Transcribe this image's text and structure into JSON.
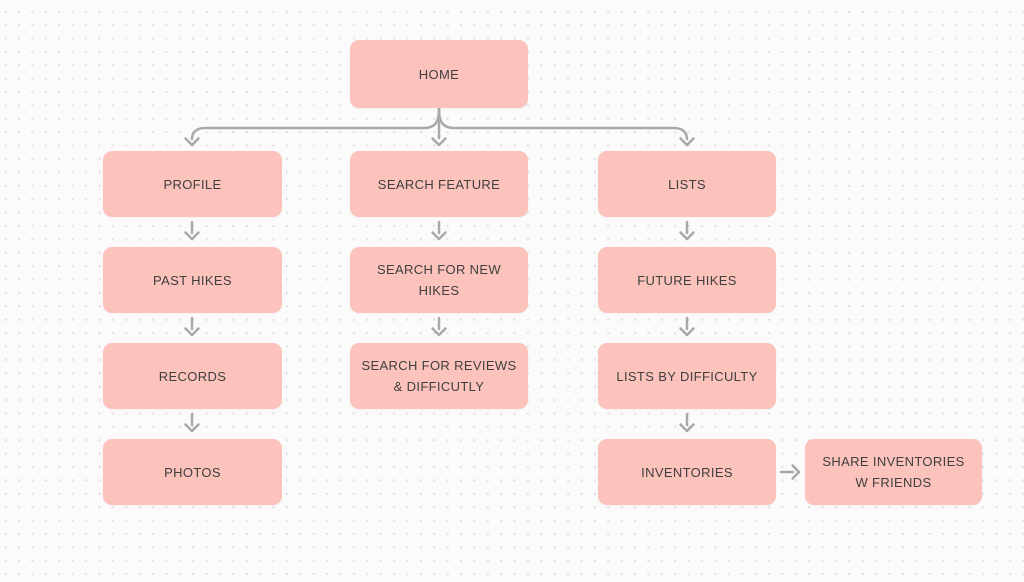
{
  "diagram": {
    "title": "Hiking app sitemap flowchart",
    "colors": {
      "node_fill": "#fcc2bc",
      "node_text": "#3f3f3f",
      "connector": "#a9a9a9",
      "canvas_background": "#fbfbfb",
      "canvas_dot": "#e3e3e3"
    },
    "nodes": [
      {
        "id": "home",
        "label": "HOME"
      },
      {
        "id": "profile",
        "label": "PROFILE"
      },
      {
        "id": "search-feature",
        "label": "SEARCH FEATURE"
      },
      {
        "id": "lists",
        "label": "LISTS"
      },
      {
        "id": "past-hikes",
        "label": "PAST HIKES"
      },
      {
        "id": "search-for-new-hikes",
        "label": "SEARCH FOR NEW\nHIKES"
      },
      {
        "id": "future-hikes",
        "label": "FUTURE HIKES"
      },
      {
        "id": "records",
        "label": "RECORDS"
      },
      {
        "id": "search-for-reviews-difficutly",
        "label": "SEARCH FOR REVIEWS\n& DIFFICUTLY"
      },
      {
        "id": "lists-by-difficulty",
        "label": "LISTS BY DIFFICULTY"
      },
      {
        "id": "photos",
        "label": "PHOTOS"
      },
      {
        "id": "inventories",
        "label": "INVENTORIES"
      },
      {
        "id": "share-inventories-w-friends",
        "label": "SHARE INVENTORIES\nW FRIENDS"
      }
    ],
    "edges": [
      {
        "from": "home",
        "to": "profile"
      },
      {
        "from": "home",
        "to": "search-feature"
      },
      {
        "from": "home",
        "to": "lists"
      },
      {
        "from": "profile",
        "to": "past-hikes"
      },
      {
        "from": "past-hikes",
        "to": "records"
      },
      {
        "from": "records",
        "to": "photos"
      },
      {
        "from": "search-feature",
        "to": "search-for-new-hikes"
      },
      {
        "from": "search-for-new-hikes",
        "to": "search-for-reviews-difficutly"
      },
      {
        "from": "lists",
        "to": "future-hikes"
      },
      {
        "from": "future-hikes",
        "to": "lists-by-difficulty"
      },
      {
        "from": "lists-by-difficulty",
        "to": "inventories"
      },
      {
        "from": "inventories",
        "to": "share-inventories-w-friends"
      }
    ]
  }
}
